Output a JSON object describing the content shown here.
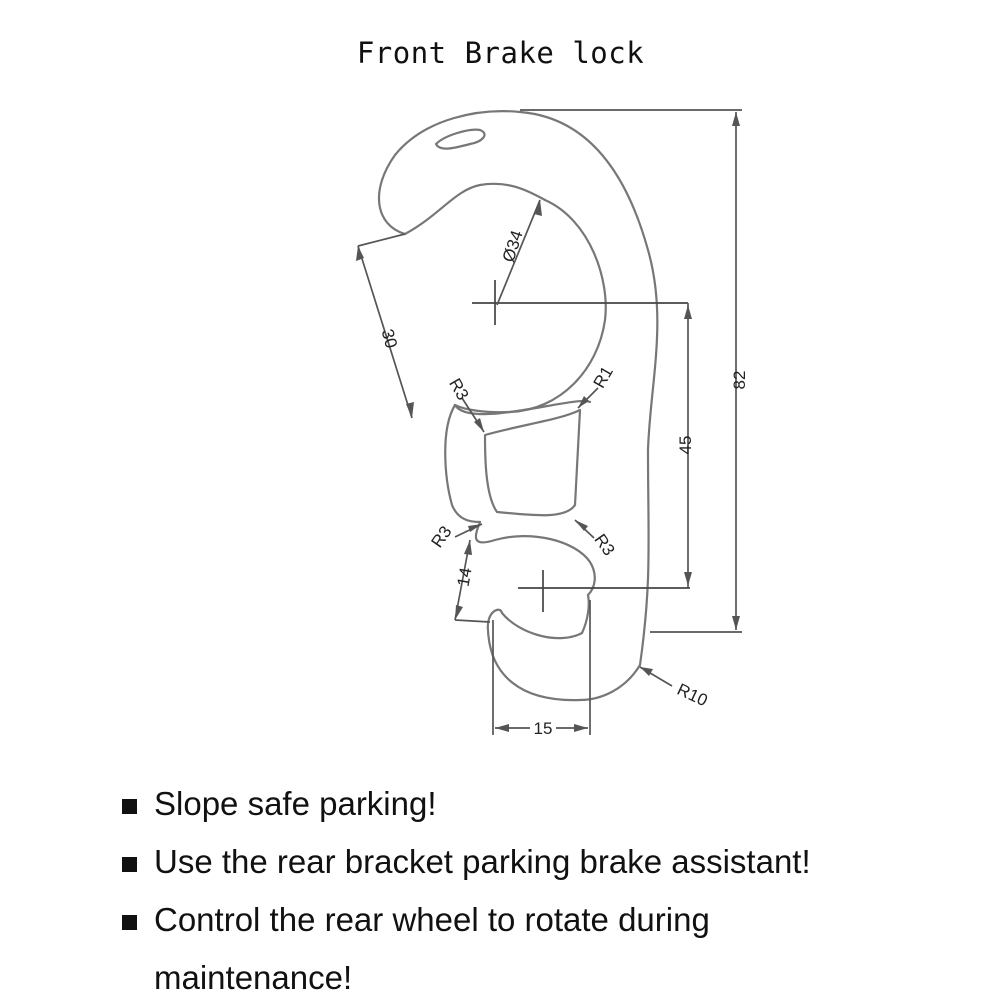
{
  "title": "Front Brake lock",
  "dimensions": {
    "d34": "Ø34",
    "d30": "30",
    "r1": "R1",
    "r3_top": "R3",
    "r3_left": "R3",
    "r3_right": "R3",
    "d45": "45",
    "d82": "82",
    "d14": "14",
    "r10": "R10",
    "d15": "15"
  },
  "bullets": [
    "Slope safe parking!",
    "Use the rear bracket parking brake assistant!",
    "Control the rear wheel to rotate during"
  ],
  "bullet_continuation": "maintenance!"
}
